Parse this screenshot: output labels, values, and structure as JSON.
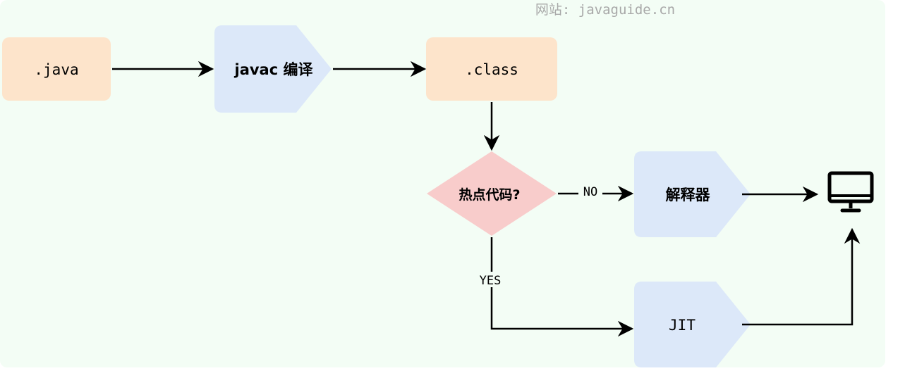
{
  "watermark": "网站: javaguide.cn",
  "nodes": {
    "java_file": ".java",
    "javac": "javac 编译",
    "class_file": ".class",
    "hotspot_check": "热点代码?",
    "interpreter": "解释器",
    "jit": "JIT"
  },
  "edges": {
    "no": "NO",
    "yes": "YES"
  },
  "icons": {
    "output": "monitor-icon"
  },
  "colors": {
    "background": "#f3fdf5",
    "file_fill": "#fde4cb",
    "process_fill": "#dce8f9",
    "decision_fill": "#f8cccb",
    "line": "#000000",
    "watermark": "#a8a8a8"
  }
}
